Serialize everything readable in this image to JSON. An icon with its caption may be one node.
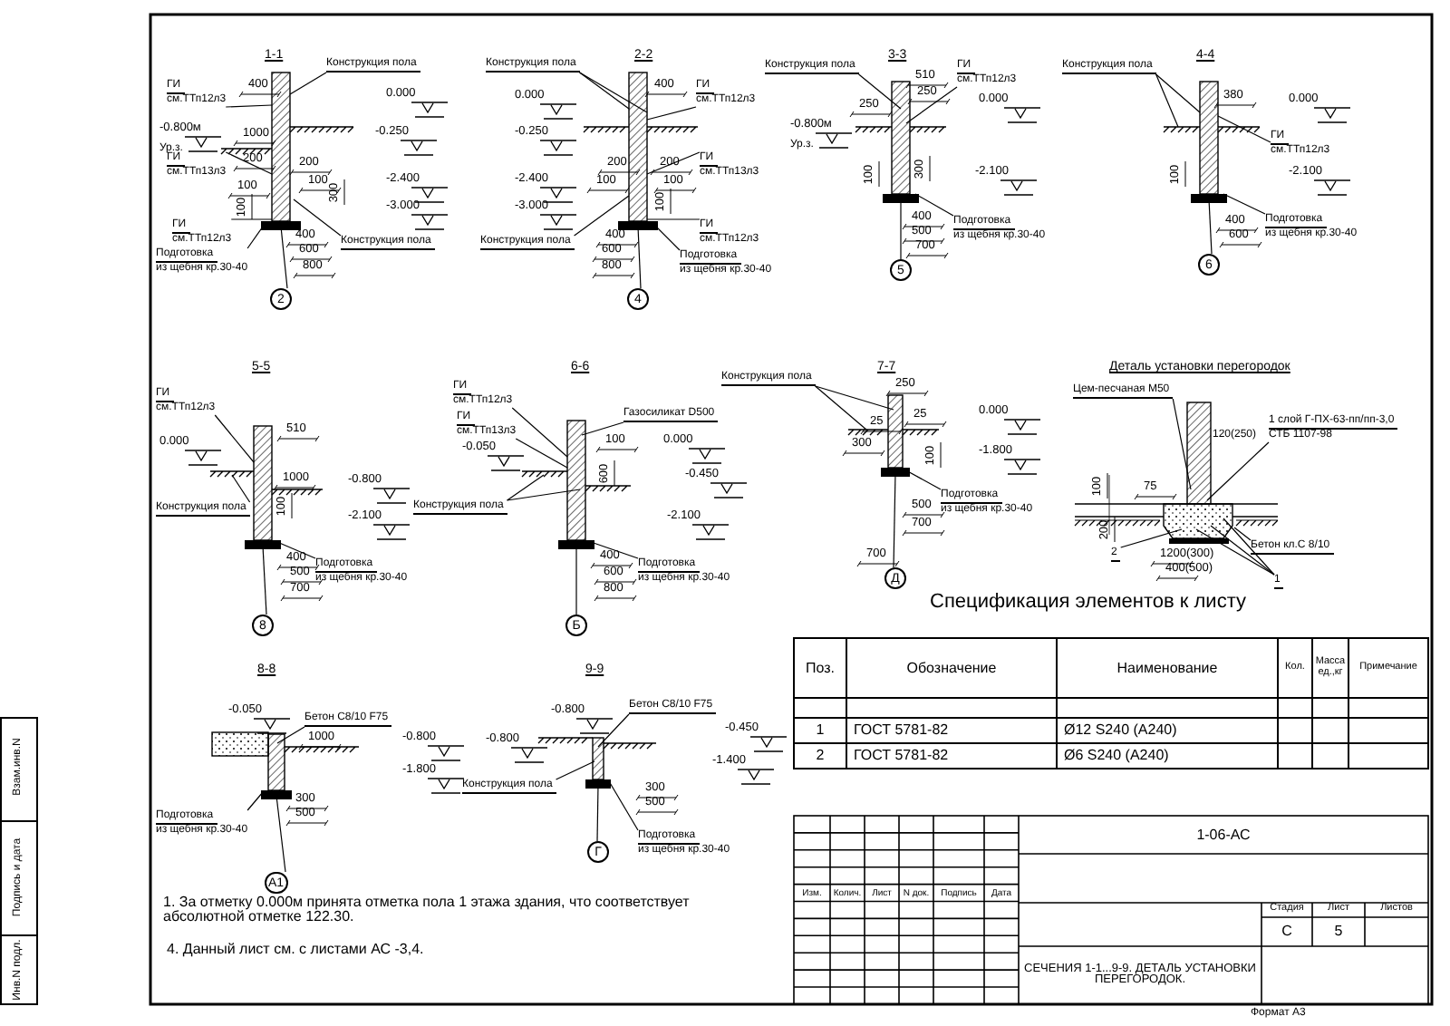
{
  "diagram": {
    "nodes": [
      {
        "text": [
          "Конструкция пола"
        ]
      },
      {
        "text": [
          "ГИ",
          "см.ТТп12л3"
        ]
      },
      {
        "text": [
          "ГИ",
          "см.ТТп13л3"
        ]
      },
      {
        "text": [
          "ГИ",
          "см.ТТп12л3"
        ]
      },
      {
        "text": [
          "Подготовка",
          "из щебня кр.30-40"
        ]
      },
      {
        "text": [
          "Конструкция пола"
        ]
      },
      {
        "text": [
          "2"
        ]
      },
      {
        "text": [
          "Конструкция пола"
        ]
      },
      {
        "text": [
          "ГИ",
          "см.ТТп12л3"
        ]
      },
      {
        "text": [
          "ГИ",
          "см.ТТп13л3"
        ]
      },
      {
        "text": [
          "ГИ",
          "см.ТТп12л3"
        ]
      },
      {
        "text": [
          "Конструкция пола"
        ]
      },
      {
        "text": [
          "Подготовка",
          "из щебня кр.30-40"
        ]
      },
      {
        "text": [
          "4"
        ]
      },
      {
        "text": [
          "Конструкция пола"
        ]
      },
      {
        "text": [
          "ГИ",
          "см.ТТп12л3"
        ]
      },
      {
        "text": [
          "Подготовка",
          "из щебня кр.30-40"
        ]
      },
      {
        "text": [
          "5"
        ]
      },
      {
        "text": [
          "Конструкция пола"
        ]
      },
      {
        "text": [
          "ГИ",
          "см.ТТп12л3"
        ]
      },
      {
        "text": [
          "Подготовка",
          "из щебня кр.30-40"
        ]
      },
      {
        "text": [
          "6"
        ]
      },
      {
        "text": [
          "ГИ",
          "см.ТТп12л3"
        ]
      },
      {
        "text": [
          "Конструкция пола"
        ]
      },
      {
        "text": [
          "Подготовка",
          "из щебня кр.30-40"
        ]
      },
      {
        "text": [
          "8"
        ]
      },
      {
        "text": [
          "ГИ",
          "см.ТТп12л3"
        ]
      },
      {
        "text": [
          "ГИ",
          "см.ТТп13л3"
        ]
      },
      {
        "text": [
          "Газосиликат D500"
        ]
      },
      {
        "text": [
          "Конструкция пола"
        ]
      },
      {
        "text": [
          "Подготовка",
          "из щебня кр.30-40"
        ]
      },
      {
        "text": [
          "Б"
        ]
      },
      {
        "text": [
          "Конструкция пола"
        ]
      },
      {
        "text": [
          "Подготовка",
          "из щебня кр.30-40"
        ]
      },
      {
        "text": [
          "Д"
        ]
      },
      {
        "text": [
          "Цем-песчаная М50"
        ]
      },
      {
        "text": [
          "1 слой Г-ПХ-63-пп/пп-3,0",
          "СТБ 1107-98"
        ]
      },
      {
        "text": [
          "Бетон кл.С 8/10"
        ]
      },
      {
        "text": [
          "2"
        ]
      },
      {
        "text": [
          "1"
        ]
      },
      {
        "text": [
          "Бетон С8/10 F75"
        ]
      },
      {
        "text": [
          "Подготовка",
          "из щебня кр.30-40"
        ]
      },
      {
        "text": [
          "А1"
        ]
      },
      {
        "text": [
          "Бетон С8/10 F75"
        ]
      },
      {
        "text": [
          "Конструкция пола"
        ]
      },
      {
        "text": [
          "Подготовка",
          "из щебня кр.30-40"
        ]
      },
      {
        "text": [
          "Г"
        ]
      },
      {
        "text": [],
        "shape": "picture"
      },
      {
        "text": [],
        "shape": "picture"
      },
      {
        "text": [],
        "shape": "picture"
      },
      {
        "text": [],
        "shape": "picture"
      },
      {
        "text": [],
        "shape": "picture"
      },
      {
        "text": [],
        "shape": "picture"
      },
      {
        "text": [],
        "shape": "picture"
      },
      {
        "text": [],
        "shape": "picture"
      },
      {
        "text": [],
        "shape": "picture"
      },
      {
        "text": [],
        "shape": "picture"
      }
    ],
    "edges": [
      {
        "from": 0,
        "to": 47,
        "arrow": "none"
      },
      {
        "from": 1,
        "to": 47,
        "arrow": "none"
      },
      {
        "from": 2,
        "to": 47,
        "arrow": "none"
      },
      {
        "from": 3,
        "to": 47,
        "arrow": "none"
      },
      {
        "from": 4,
        "to": 47,
        "arrow": "none"
      },
      {
        "from": 5,
        "to": 47,
        "arrow": "none"
      },
      {
        "from": 7,
        "to": 48,
        "arrow": "none"
      },
      {
        "from": 7,
        "to": 48,
        "arrow": "none"
      },
      {
        "from": 8,
        "to": 48,
        "arrow": "none"
      },
      {
        "from": 9,
        "to": 48,
        "arrow": "none"
      },
      {
        "from": 10,
        "to": 48,
        "arrow": "none"
      },
      {
        "from": 11,
        "to": 48,
        "arrow": "none"
      },
      {
        "from": 12,
        "to": 48,
        "arrow": "none"
      },
      {
        "from": 14,
        "to": 49,
        "arrow": "none"
      },
      {
        "from": 15,
        "to": 49,
        "arrow": "none"
      },
      {
        "from": 16,
        "to": 49,
        "arrow": "none"
      },
      {
        "from": 18,
        "to": 50,
        "arrow": "none"
      },
      {
        "from": 18,
        "to": 50,
        "arrow": "none"
      },
      {
        "from": 19,
        "to": 50,
        "arrow": "none"
      },
      {
        "from": 20,
        "to": 50,
        "arrow": "none"
      },
      {
        "from": 22,
        "to": 51,
        "arrow": "none"
      },
      {
        "from": 23,
        "to": 51,
        "arrow": "none"
      },
      {
        "from": 24,
        "to": 51,
        "arrow": "none"
      },
      {
        "from": 26,
        "to": 52,
        "arrow": "none"
      },
      {
        "from": 27,
        "to": 52,
        "arrow": "none"
      },
      {
        "from": 28,
        "to": 52,
        "arrow": "none"
      },
      {
        "from": 29,
        "to": 52,
        "arrow": "none"
      },
      {
        "from": 29,
        "to": 52,
        "arrow": "none"
      },
      {
        "from": 30,
        "to": 52,
        "arrow": "none"
      },
      {
        "from": 32,
        "to": 53,
        "arrow": "none"
      },
      {
        "from": 32,
        "to": 53,
        "arrow": "none"
      },
      {
        "from": 33,
        "to": 53,
        "arrow": "none"
      },
      {
        "from": 35,
        "to": 54,
        "arrow": "none"
      },
      {
        "from": 36,
        "to": 54,
        "arrow": "none"
      },
      {
        "from": 37,
        "to": 54,
        "arrow": "none"
      },
      {
        "from": 38,
        "to": 54,
        "arrow": "none"
      },
      {
        "from": 39,
        "to": 54,
        "arrow": "none"
      },
      {
        "from": 39,
        "to": 54,
        "arrow": "none"
      },
      {
        "from": 39,
        "to": 54,
        "arrow": "none"
      },
      {
        "from": 40,
        "to": 55,
        "arrow": "none"
      },
      {
        "from": 41,
        "to": 55,
        "arrow": "none"
      },
      {
        "from": 43,
        "to": 56,
        "arrow": "none"
      },
      {
        "from": 44,
        "to": 56,
        "arrow": "none"
      },
      {
        "from": 45,
        "to": 56,
        "arrow": "none"
      },
      {
        "from": 6,
        "to": 47,
        "arrow": "none"
      },
      {
        "from": 13,
        "to": 48,
        "arrow": "none"
      },
      {
        "from": 17,
        "to": 49,
        "arrow": "none"
      },
      {
        "from": 21,
        "to": 50,
        "arrow": "none"
      },
      {
        "from": 25,
        "to": 51,
        "arrow": "none"
      },
      {
        "from": 31,
        "to": 52,
        "arrow": "none"
      },
      {
        "from": 34,
        "to": 53,
        "arrow": "none"
      },
      {
        "from": 42,
        "to": 55,
        "arrow": "none"
      },
      {
        "from": 46,
        "to": 56,
        "arrow": "none"
      }
    ],
    "labels": [
      "1-1",
      "0.000",
      "-0.250",
      "-0.800м",
      "Ур.з.",
      "400",
      "1000",
      "200",
      "200",
      "100",
      "100",
      "100",
      "300",
      "-2.400",
      "-3.000",
      "400",
      "600",
      "800",
      "2-2",
      "0.000",
      "-0.250",
      "400",
      "200",
      "200",
      "-2.400",
      "100",
      "100",
      "-3.000",
      "100",
      "400",
      "600",
      "800",
      "3-3",
      "510",
      "250",
      "250",
      "0.000",
      "-0.800м",
      "Ур.з.",
      "100",
      "300",
      "-2.100",
      "400",
      "500",
      "700",
      "4-4",
      "380",
      "0.000",
      "100",
      "-2.100",
      "400",
      "600",
      "5-5",
      "0.000",
      "510",
      "1000",
      "-0.800",
      "100",
      "-2.100",
      "400",
      "500",
      "700",
      "6-6",
      "-0.050",
      "100",
      "0.000",
      "-0.450",
      "600",
      "-2.100",
      "400",
      "600",
      "800",
      "7-7",
      "250",
      "25",
      "25",
      "300",
      "100",
      "0.000",
      "-1.800",
      "500",
      "700",
      "700",
      "Деталь установки перегородок",
      "120(250)",
      "100",
      "75",
      "200",
      "1200(300)",
      "400(500)",
      "8-8",
      "-0.050",
      "1000",
      "-0.800",
      "-1.800",
      "300",
      "500",
      "9-9",
      "-0.800",
      "-0.800",
      "-0.450",
      "-1.400",
      "300",
      "500",
      "1. За отметку 0.000м принята отметка пола 1 этажа здания, что соответствует абсолютной отметке 122.30.",
      "4. Данный лист см. с листами АС -3,4.",
      "Спецификация элементов к листу",
      "Поз.",
      "Обозначение",
      "Наименование",
      "Кол.",
      "Масса ед.,кг",
      "Примечание",
      "1",
      "ГОСТ 5781-82",
      "Ø12 S240 (A240)",
      "2",
      "ГОСТ 5781-82",
      "Ø6 S240 (A240)",
      "1-06-АС",
      "Изм.",
      "Колич.",
      "Лист",
      "N док.",
      "Подпись",
      "Дата",
      "Стадия",
      "Лист",
      "Листов",
      "С",
      "5",
      "СЕЧЕНИЯ 1-1...9-9. ДЕТАЛЬ УСТАНОВКИ ПЕРЕГОРОДОК.",
      "Формат А3",
      "Взам.инв.N",
      "Подпись и дата",
      "Инв.N подл."
    ]
  }
}
